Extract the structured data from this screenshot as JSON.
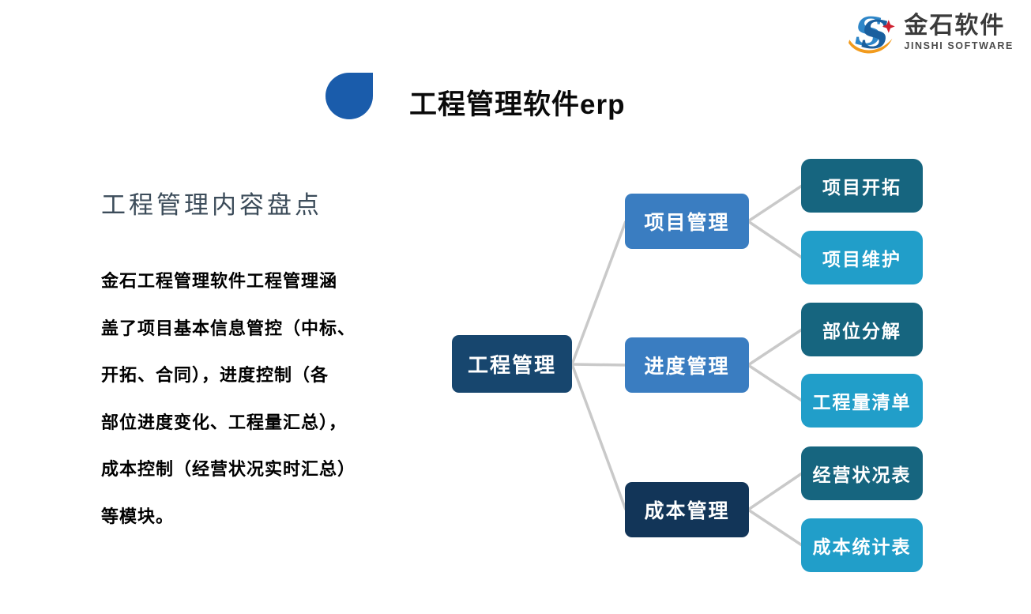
{
  "logo": {
    "zh": "金石软件",
    "en": "JINSHI SOFTWARE",
    "icon": "jinshi-double-s-swoosh-star-icon",
    "colors": {
      "s_blue_front": "#1a5f9e",
      "s_blue_back": "#2e86c8",
      "swoosh_orange": "#f29b1d",
      "star_red": "#cf2030",
      "text_gray": "#3b3b3b"
    }
  },
  "title": {
    "text": "工程管理软件erp",
    "bullet_color": "#1a5cab"
  },
  "left": {
    "heading": "工程管理内容盘点",
    "paragraph_lines": [
      "金石工程管理软件工程管理涵",
      "盖了项目基本信息管控（中标、",
      "开拓、合同），进度控制（各",
      "部位进度变化、工程量汇总），",
      "成本控制（经营状况实时汇总）",
      "等模块。"
    ]
  },
  "diagram": {
    "connector_color": "#c9c9c9",
    "root": {
      "label": "工程管理",
      "color": "#17466e"
    },
    "branches": [
      {
        "label": "项目管理",
        "color": "#3a7dc1",
        "children": [
          {
            "label": "项目开拓",
            "color": "#16657f"
          },
          {
            "label": "项目维护",
            "color": "#219ec9"
          }
        ]
      },
      {
        "label": "进度管理",
        "color": "#3a7dc1",
        "children": [
          {
            "label": "部位分解",
            "color": "#16657f"
          },
          {
            "label": "工程量清单",
            "color": "#219ec9"
          }
        ]
      },
      {
        "label": "成本管理",
        "color": "#123558",
        "children": [
          {
            "label": "经营状况表",
            "color": "#16657f"
          },
          {
            "label": "成本统计表",
            "color": "#219ec9"
          }
        ]
      }
    ]
  }
}
